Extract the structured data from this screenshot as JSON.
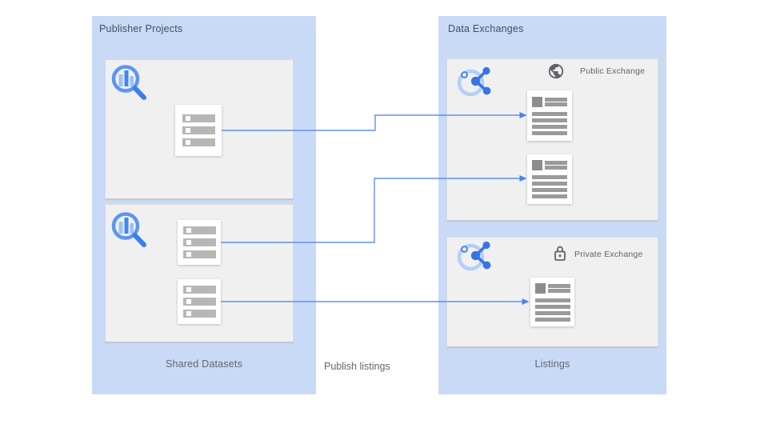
{
  "diagram": {
    "left_panel": {
      "title": "Publisher Projects",
      "caption": "Shared Datasets",
      "project_boxes": 2,
      "dataset_cards": 3
    },
    "middle": {
      "caption": "Publish listings",
      "connector_count": 3
    },
    "right_panel": {
      "title": "Data Exchanges",
      "caption": "Listings",
      "exchanges": [
        {
          "label": "Public Exchange",
          "icon": "globe-icon",
          "listing_count": 2
        },
        {
          "label": "Private Exchange",
          "icon": "lock-icon",
          "listing_count": 1
        }
      ]
    },
    "icons": {
      "bigquery": "magnifier-with-bar-chart",
      "analytics_hub": "share-network-in-circle",
      "globe": "public-globe",
      "lock": "private-lock",
      "dataset_card": "three-row-dataset-list",
      "listing_card": "document-listing"
    },
    "colors": {
      "panel_bg": "#c9daf7",
      "box_bg": "#f0f0f0",
      "accent_blue": "#4285f4",
      "icon_ring_blue": "#b3cefa",
      "connector_line": "#6090f1",
      "title_text": "#414f5d",
      "caption_text": "#60666c",
      "dataset_bar_gray": "#b7b7b7",
      "listing_gray": "#9a9a9a",
      "dark_icon_gray": "#5f6368"
    }
  }
}
